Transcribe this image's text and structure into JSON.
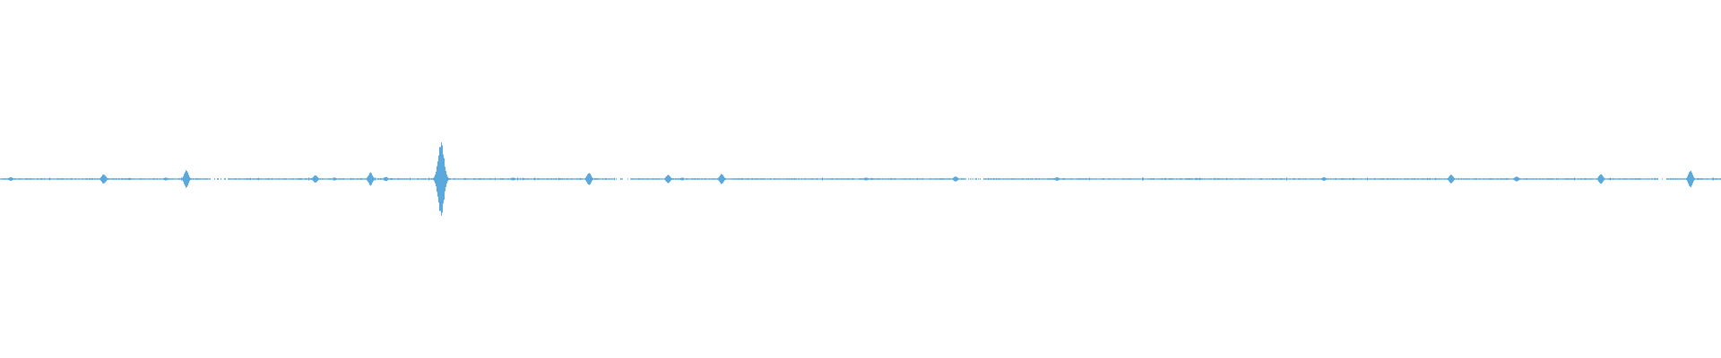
{
  "waveform": {
    "color": "#5aa8dc",
    "background": "#ffffff",
    "duration_fraction_visible": 1.0,
    "amplitude_scale": [
      -1,
      1
    ],
    "peaks": [
      {
        "t": 0.006,
        "amp": 0.05
      },
      {
        "t": 0.06,
        "amp": 0.14
      },
      {
        "t": 0.075,
        "amp": 0.03
      },
      {
        "t": 0.096,
        "amp": 0.04
      },
      {
        "t": 0.108,
        "amp": 0.24
      },
      {
        "t": 0.183,
        "amp": 0.11
      },
      {
        "t": 0.194,
        "amp": 0.04
      },
      {
        "t": 0.215,
        "amp": 0.18
      },
      {
        "t": 0.224,
        "amp": 0.06
      },
      {
        "t": 0.256,
        "amp": 1.0
      },
      {
        "t": 0.298,
        "amp": 0.04
      },
      {
        "t": 0.342,
        "amp": 0.18
      },
      {
        "t": 0.388,
        "amp": 0.11
      },
      {
        "t": 0.396,
        "amp": 0.04
      },
      {
        "t": 0.419,
        "amp": 0.14
      },
      {
        "t": 0.503,
        "amp": 0.04
      },
      {
        "t": 0.555,
        "amp": 0.07
      },
      {
        "t": 0.614,
        "amp": 0.05
      },
      {
        "t": 0.695,
        "amp": 0.03
      },
      {
        "t": 0.769,
        "amp": 0.05
      },
      {
        "t": 0.843,
        "amp": 0.12
      },
      {
        "t": 0.881,
        "amp": 0.07
      },
      {
        "t": 0.93,
        "amp": 0.14
      },
      {
        "t": 0.982,
        "amp": 0.24
      }
    ],
    "gaps": [
      {
        "t0": 0.122,
        "t1": 0.132
      },
      {
        "t0": 0.357,
        "t1": 0.366
      },
      {
        "t0": 0.561,
        "t1": 0.566
      },
      {
        "t0": 0.566,
        "t1": 0.571
      },
      {
        "t0": 0.962,
        "t1": 0.968
      }
    ]
  }
}
